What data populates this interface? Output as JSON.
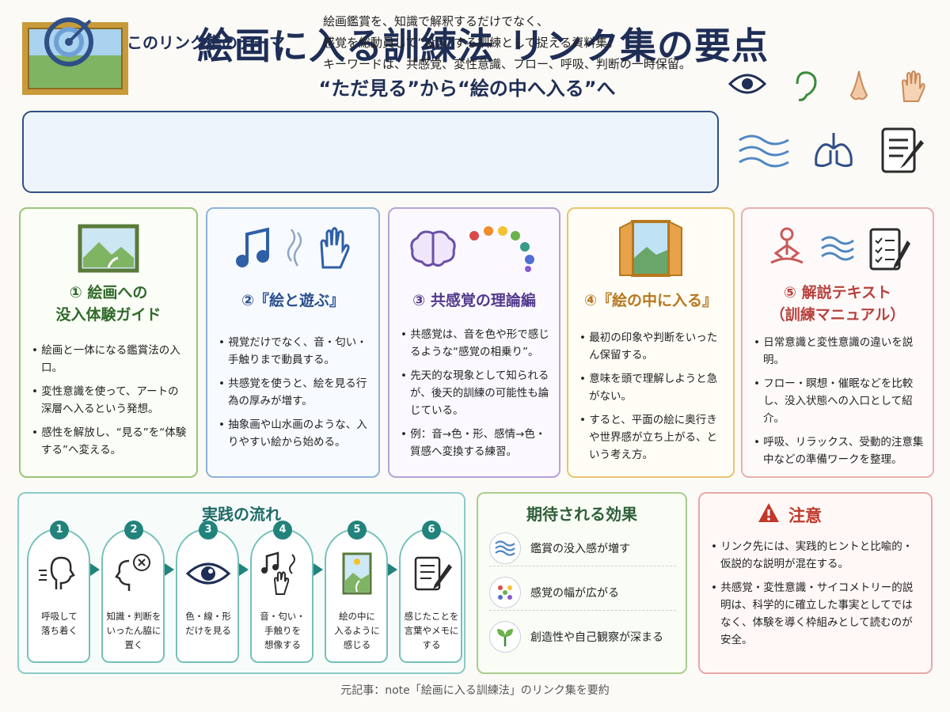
{
  "header": {
    "title": "絵画に入る訓練法 リンク集の要点",
    "subtitle": "“ただ見る”から“絵の中へ入る”へ",
    "icons": [
      "painting-frame-icon",
      "eye-icon",
      "ear-icon",
      "nose-icon",
      "hand-icon"
    ]
  },
  "theme": {
    "title": "このリンク集のテーマ",
    "lines": [
      "絵画鑑賞を、知識で解釈するだけでなく、",
      "感覚を総動員して“没入”する訓練として捉える資料集。",
      "キーワードは、共感覚、変性意識、フロー、呼吸、判断の一時保留。"
    ],
    "icons": [
      "target-icon",
      "wind-icon",
      "lungs-icon",
      "notes-icon"
    ]
  },
  "cards": [
    {
      "title_line1": "① 絵画への",
      "title_line2": "没入体験ガイド",
      "color": "#2f6a2a",
      "items": [
        "絵画と一体になる鑑賞法の入口。",
        "変性意識を使って、アートの深層へ入るという発想。",
        "感性を解放し、“見る”を“体験する”へ変える。"
      ]
    },
    {
      "title_line1": "②『絵と遊ぶ』",
      "color": "#2a4f8f",
      "items": [
        "視覚だけでなく、音・匂い・手触りまで動員する。",
        "共感覚を使うと、絵を見る行為の厚みが増す。",
        "抽象画や山水画のような、入りやすい絵から始める。"
      ]
    },
    {
      "title_line1": "③ 共感覚の理論編",
      "color": "#53398c",
      "items": [
        "共感覚は、音を色や形で感じるような“感覚の相乗り”。",
        "先天的な現象として知られるが、後天的訓練の可能性も論じている。",
        "例：音→色・形、感情→色・質感へ変換する練習。"
      ]
    },
    {
      "title_line1": "④『絵の中に入る』",
      "color": "#b7771d",
      "items": [
        "最初の印象や判断をいったん保留する。",
        "意味を頭で理解しようと急がない。",
        "すると、平面の絵に奥行きや世界感が立ち上がる、という考え方。"
      ]
    },
    {
      "title_line1": "⑤ 解説テキスト",
      "title_line2": "（訓練マニュアル）",
      "color": "#b8413c",
      "items": [
        "日常意識と変性意識の違いを説明。",
        "フロー・瞑想・催眠などを比較し、没入状態への入口として紹介。",
        "呼吸、リラックス、受動的注意集中などの準備ワークを整理。"
      ]
    }
  ],
  "flow": {
    "title": "実践の流れ",
    "steps": [
      {
        "num": "1",
        "label_line1": "呼吸して",
        "label_line2": "落ち着く",
        "icon": "breathing-head-icon"
      },
      {
        "num": "2",
        "label_line1": "知識・判断を",
        "label_line2": "いったん脇に置く",
        "icon": "thinking-head-icon"
      },
      {
        "num": "3",
        "label_line1": "色・線・形",
        "label_line2": "だけを見る",
        "icon": "eye-icon"
      },
      {
        "num": "4",
        "label_line1": "音・匂い・",
        "label_line2": "手触りを",
        "label_line3": "想像する",
        "icon": "senses-icon"
      },
      {
        "num": "5",
        "label_line1": "絵の中に",
        "label_line2": "入るように",
        "label_line3": "感じる",
        "icon": "door-landscape-icon"
      },
      {
        "num": "6",
        "label_line1": "感じたことを",
        "label_line2": "言葉やメモに",
        "label_line3": "する",
        "icon": "notepad-icon"
      }
    ]
  },
  "effects": {
    "title": "期待される効果",
    "items": [
      {
        "text": "鑑賞の没入感が増す",
        "icon": "waves-icon"
      },
      {
        "text": "感覚の幅が広がる",
        "icon": "dots-icon"
      },
      {
        "text": "創造性や自己観察が深まる",
        "icon": "sprout-icon"
      }
    ]
  },
  "caution": {
    "title": "注意",
    "icon": "warning-icon",
    "items": [
      "リンク先には、実践的ヒントと比喩的・仮説的な説明が混在する。",
      "共感覚・変性意識・サイコメトリー的説明は、科学的に確立した事実としてではなく、体験を導く枠組みとして読むのが安全。"
    ]
  },
  "footer": {
    "text": "元記事：note「絵画に入る訓練法」のリンク集を要約"
  }
}
